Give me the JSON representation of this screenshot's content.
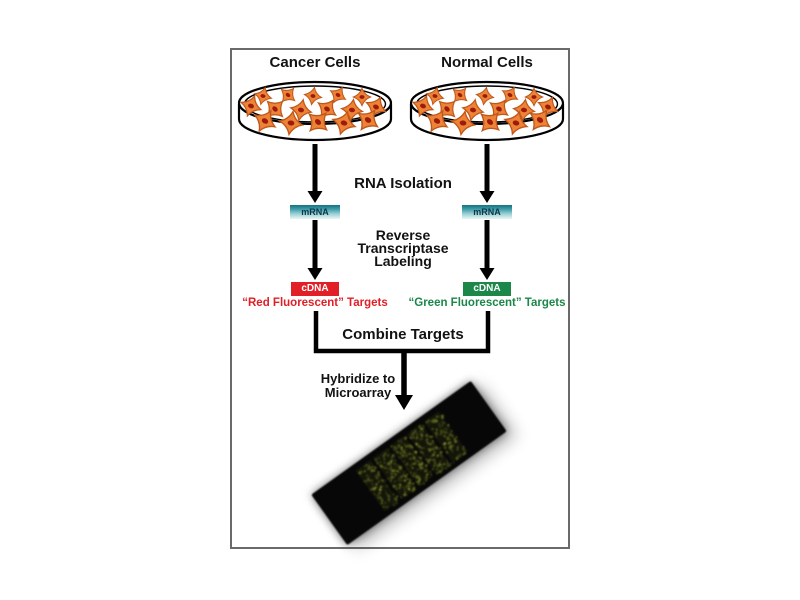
{
  "columns": {
    "cancer": {
      "dish_label": "Cancer Cells",
      "mrna": "mRNA",
      "cdna": "cDNA",
      "targets": "“Red Fluorescent” Targets",
      "cdna_color": "#e01f26"
    },
    "normal": {
      "dish_label": "Normal Cells",
      "mrna": "mRNA",
      "cdna": "cDNA",
      "targets": "“Green Fluorescent” Targets",
      "cdna_color": "#1b8749"
    }
  },
  "steps": {
    "rna_isolation": "RNA Isolation",
    "reverse_lines": [
      "Reverse",
      "Transcriptase",
      "Labeling"
    ],
    "combine": "Combine Targets",
    "hybridize_lines": [
      "Hybridize to",
      "Microarray"
    ]
  },
  "colors": {
    "red_fluorescent": "#e01f26",
    "green_fluorescent": "#1b8749",
    "mrna_gradient_top": "#15727f",
    "mrna_gradient_bottom": "#e9f6f6",
    "cell_orange": "#ec8336",
    "cell_outline": "#c05719",
    "cell_nucleus": "#9e1a0c",
    "arrow_black": "#000000",
    "slide_black": "#070707",
    "frame_border": "#6a6a6a"
  }
}
